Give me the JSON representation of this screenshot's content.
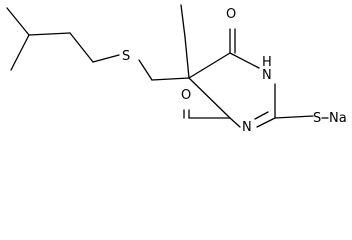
{
  "molecule": {
    "atoms": {
      "o_top": "O",
      "nh": "H",
      "nh_n": "N",
      "s_chain": "S",
      "n_ring": "N",
      "s_na": "S",
      "na": "Na",
      "o_bottom": "O"
    }
  }
}
